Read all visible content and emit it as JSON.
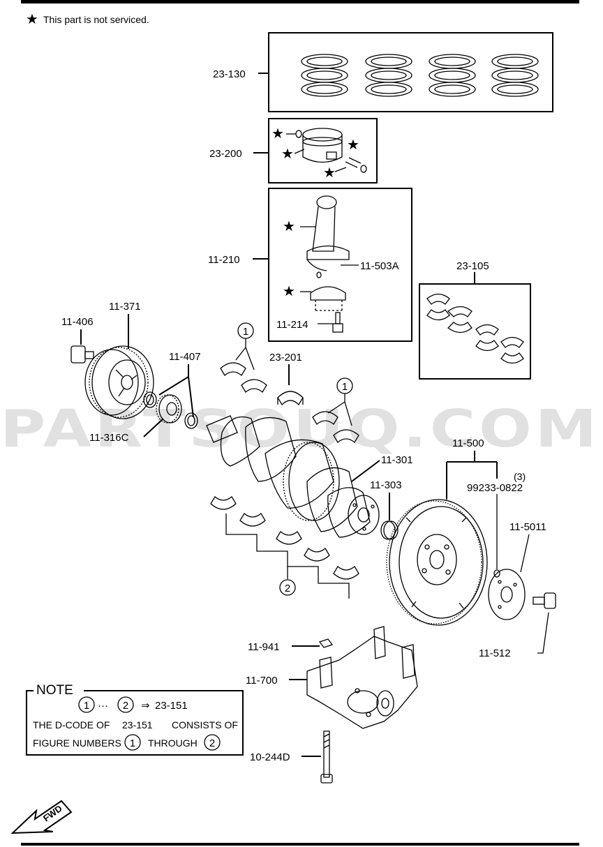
{
  "legend": {
    "star_note": "This part is not serviced."
  },
  "watermark": "PARTSOUQ.COM",
  "labels": {
    "p23_130": "23-130",
    "p23_200": "23-200",
    "p11_210": "11-210",
    "p11_503A": "11-503A",
    "p11_214": "11-214",
    "p23_105": "23-105",
    "p11_406": "11-406",
    "p11_371": "11-371",
    "p11_407": "11-407",
    "p11_316C": "11-316C",
    "p23_201": "23-201",
    "p11_301": "11-301",
    "p11_303": "11-303",
    "p11_500": "11-500",
    "qty_3": "(3)",
    "p99233_0822": "99233-0822",
    "p11_5011": "11-5011",
    "p11_512": "11-512",
    "p11_941": "11-941",
    "p11_700": "11-700",
    "p10_244D": "10-244D",
    "fig1": "1",
    "fig2": "2"
  },
  "note": {
    "title": "NOTE",
    "line1_dots": "···",
    "line1_arrow": "⇒",
    "line1_code": "23-151",
    "line2_a": "THE D-CODE OF",
    "line2_code": "23-151",
    "line2_b": "CONSISTS OF",
    "line3_a": "FIGURE NUMBERS",
    "line3_b": "THROUGH",
    "fig1": "1",
    "fig2": "2"
  },
  "fwd": "FWD"
}
